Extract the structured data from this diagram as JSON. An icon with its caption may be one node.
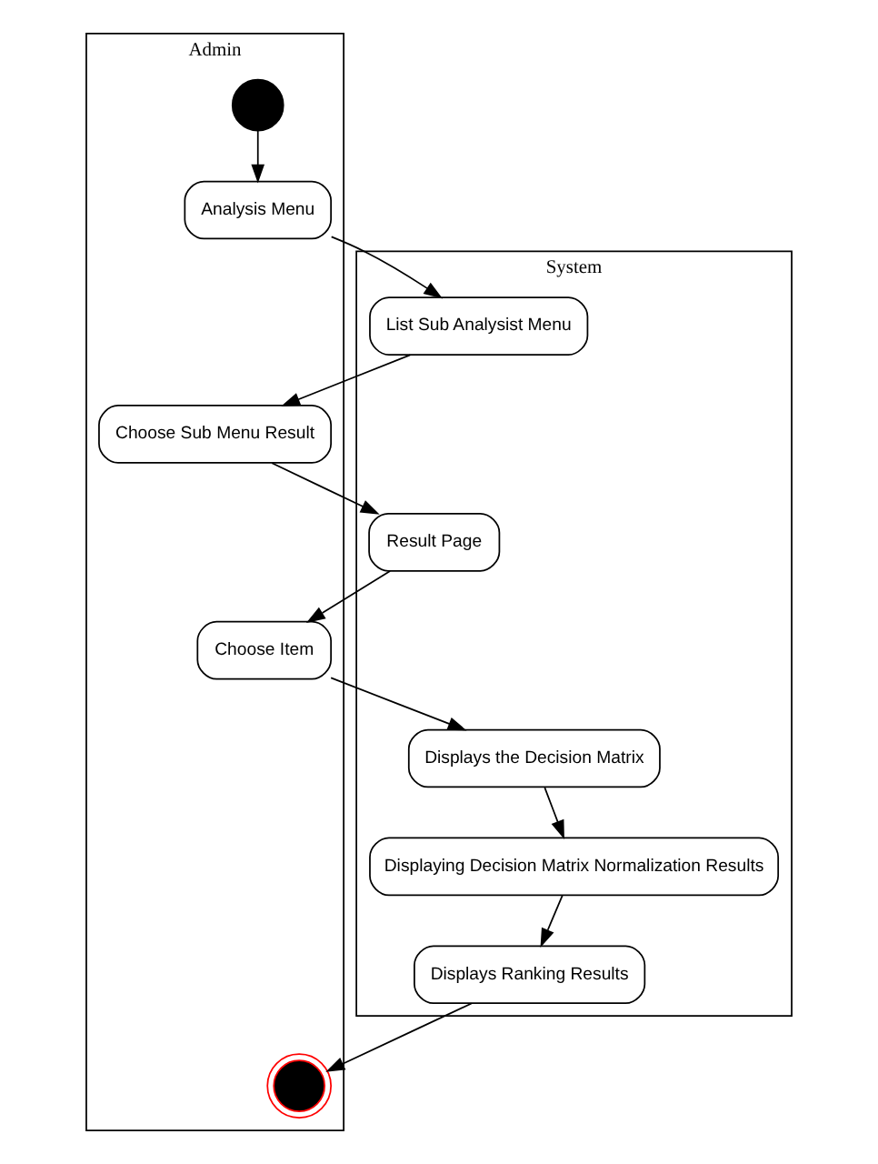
{
  "diagram": {
    "nodes": [
      {
        "text": [
          "Admin"
        ]
      },
      {
        "text": [
          "System"
        ]
      },
      {
        "text": [],
        "shape": "circle",
        "in": 0
      },
      {
        "text": [
          "Analysis Menu"
        ],
        "in": 0
      },
      {
        "text": [
          "List Sub Analysist Menu"
        ],
        "in": 1
      },
      {
        "text": [
          "Choose Sub Menu Result"
        ],
        "in": 0
      },
      {
        "text": [
          "Result Page"
        ],
        "in": 1
      },
      {
        "text": [
          "Choose Item"
        ],
        "in": 0
      },
      {
        "text": [
          "Displays the Decision Matrix"
        ],
        "in": 1
      },
      {
        "text": [
          "Displaying Decision Matrix Normalization Results"
        ],
        "in": 1
      },
      {
        "text": [
          "Displays Ranking Results"
        ],
        "in": 1
      },
      {
        "text": [],
        "shape": "circle",
        "in": 0
      }
    ],
    "edges": [
      {
        "from": 2,
        "to": 3,
        "arrow": "to"
      },
      {
        "from": 3,
        "to": 4,
        "arrow": "to"
      },
      {
        "from": 4,
        "to": 5,
        "arrow": "to"
      },
      {
        "from": 5,
        "to": 6,
        "arrow": "to"
      },
      {
        "from": 6,
        "to": 7,
        "arrow": "to"
      },
      {
        "from": 7,
        "to": 8,
        "arrow": "to"
      },
      {
        "from": 8,
        "to": 9,
        "arrow": "to"
      },
      {
        "from": 9,
        "to": 10,
        "arrow": "to"
      },
      {
        "from": 10,
        "to": 11,
        "arrow": "to"
      }
    ]
  }
}
